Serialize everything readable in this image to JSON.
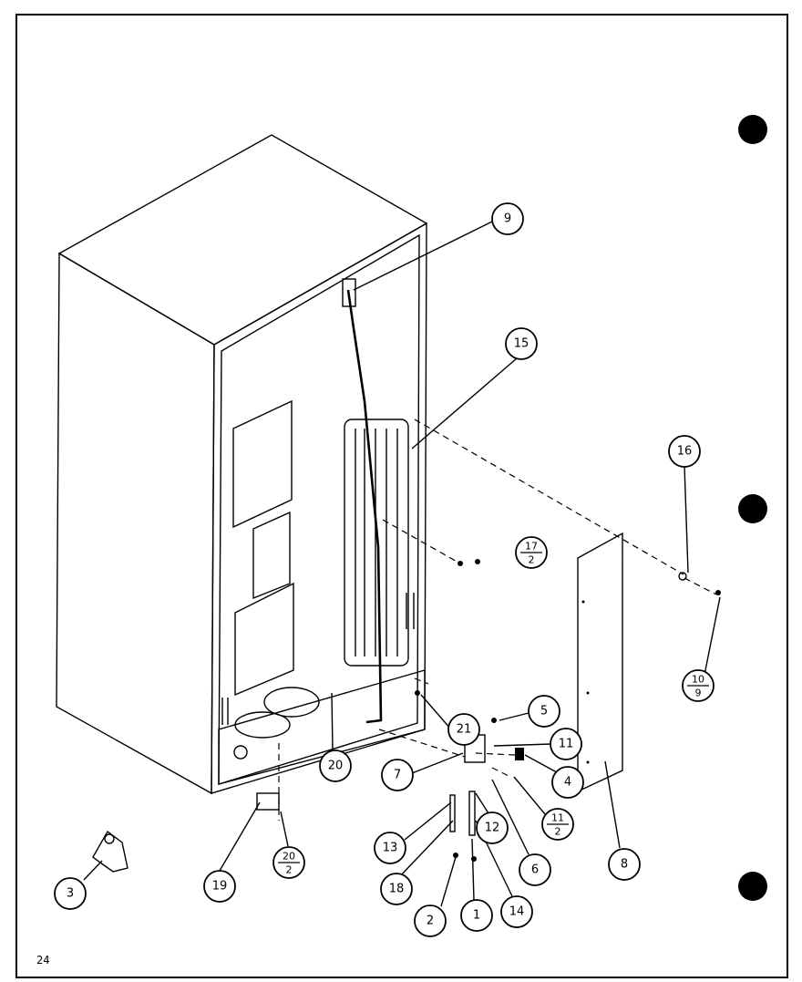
{
  "callouts": [
    {
      "id": "c9",
      "label": "9"
    },
    {
      "id": "c15",
      "label": "15"
    },
    {
      "id": "c16",
      "label": "16"
    },
    {
      "id": "c17",
      "num": "17",
      "den": "2"
    },
    {
      "id": "c10",
      "num": "10",
      "den": "9"
    },
    {
      "id": "c21",
      "label": "21"
    },
    {
      "id": "c5",
      "label": "5"
    },
    {
      "id": "c11",
      "label": "11"
    },
    {
      "id": "c4",
      "label": "4"
    },
    {
      "id": "c7",
      "label": "7"
    },
    {
      "id": "c20",
      "label": "20"
    },
    {
      "id": "c11b",
      "num": "11",
      "den": "2"
    },
    {
      "id": "c12",
      "label": "12"
    },
    {
      "id": "c13",
      "label": "13"
    },
    {
      "id": "c6",
      "label": "6"
    },
    {
      "id": "c8",
      "label": "8"
    },
    {
      "id": "c20b",
      "num": "20",
      "den": "2"
    },
    {
      "id": "c18",
      "label": "18"
    },
    {
      "id": "c3",
      "label": "3"
    },
    {
      "id": "c19",
      "label": "19"
    },
    {
      "id": "c2",
      "label": "2"
    },
    {
      "id": "c1",
      "label": "1"
    },
    {
      "id": "c14",
      "label": "14"
    }
  ],
  "page_number": "24"
}
